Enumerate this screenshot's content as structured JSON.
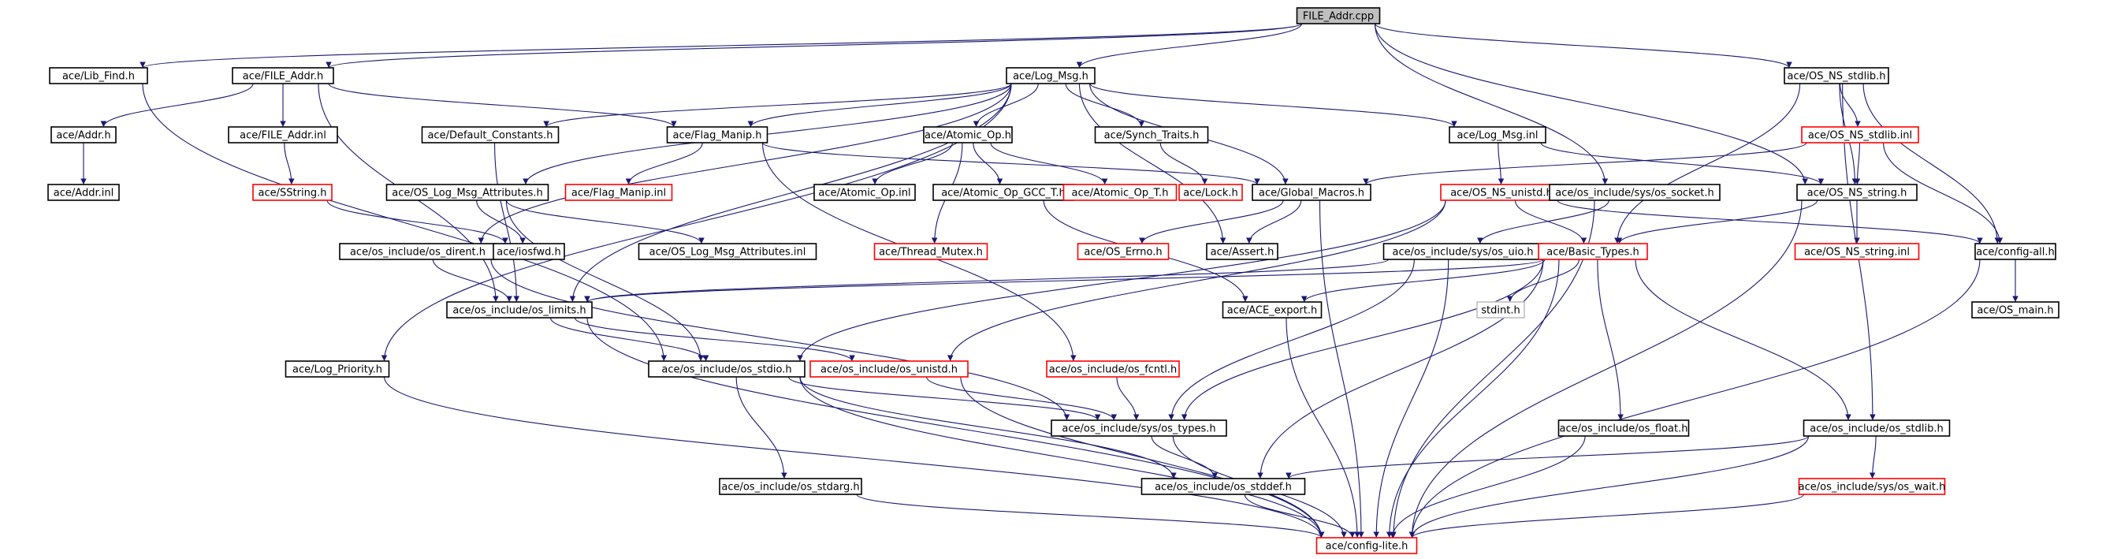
{
  "colors": {
    "edge": "#191970",
    "border_default": "#000000",
    "border_missing": "#ff0000",
    "border_system": "#bfbfbf",
    "fill_root": "#bfbfbf",
    "fill_default": "#ffffff"
  },
  "nodes": [
    {
      "id": "n0",
      "label": "FILE_Addr.cpp",
      "kind": "root"
    },
    {
      "id": "n1",
      "label": "ace/Lib_Find.h",
      "kind": "normal"
    },
    {
      "id": "n2",
      "label": "ace/FILE_Addr.h",
      "kind": "normal"
    },
    {
      "id": "n3",
      "label": "ace/Log_Msg.h",
      "kind": "normal"
    },
    {
      "id": "n4",
      "label": "ace/OS_NS_stdlib.h",
      "kind": "normal"
    },
    {
      "id": "n5",
      "label": "ace/Addr.h",
      "kind": "normal"
    },
    {
      "id": "n6",
      "label": "ace/FILE_Addr.inl",
      "kind": "normal"
    },
    {
      "id": "n7",
      "label": "ace/Default_Constants.h",
      "kind": "normal"
    },
    {
      "id": "n8",
      "label": "ace/Flag_Manip.h",
      "kind": "normal"
    },
    {
      "id": "n9",
      "label": "ace/Atomic_Op.h",
      "kind": "normal"
    },
    {
      "id": "n10",
      "label": "ace/Synch_Traits.h",
      "kind": "normal"
    },
    {
      "id": "n11",
      "label": "ace/Log_Msg.inl",
      "kind": "normal"
    },
    {
      "id": "n12",
      "label": "ace/OS_NS_stdlib.inl",
      "kind": "missing"
    },
    {
      "id": "n13",
      "label": "ace/Addr.inl",
      "kind": "normal"
    },
    {
      "id": "n14",
      "label": "ace/SString.h",
      "kind": "missing"
    },
    {
      "id": "n15",
      "label": "ace/OS_Log_Msg_Attributes.h",
      "kind": "normal"
    },
    {
      "id": "n16",
      "label": "ace/Flag_Manip.inl",
      "kind": "missing"
    },
    {
      "id": "n17",
      "label": "ace/Atomic_Op.inl",
      "kind": "normal"
    },
    {
      "id": "n18",
      "label": "ace/Atomic_Op_GCC_T.h",
      "kind": "normal"
    },
    {
      "id": "n19",
      "label": "ace/Atomic_Op_T.h",
      "kind": "missing"
    },
    {
      "id": "n20",
      "label": "ace/Lock.h",
      "kind": "missing"
    },
    {
      "id": "n21",
      "label": "ace/Global_Macros.h",
      "kind": "normal"
    },
    {
      "id": "n22",
      "label": "ace/OS_NS_unistd.h",
      "kind": "missing"
    },
    {
      "id": "n23",
      "label": "ace/os_include/sys/os_socket.h",
      "kind": "normal"
    },
    {
      "id": "n24",
      "label": "ace/OS_NS_string.h",
      "kind": "normal"
    },
    {
      "id": "n25",
      "label": "ace/os_include/os_dirent.h",
      "kind": "normal"
    },
    {
      "id": "n26",
      "label": "ace/iosfwd.h",
      "kind": "normal"
    },
    {
      "id": "n27",
      "label": "ace/OS_Log_Msg_Attributes.inl",
      "kind": "normal"
    },
    {
      "id": "n28",
      "label": "ace/Thread_Mutex.h",
      "kind": "missing"
    },
    {
      "id": "n29",
      "label": "ace/OS_Errno.h",
      "kind": "missing"
    },
    {
      "id": "n30",
      "label": "ace/Assert.h",
      "kind": "normal"
    },
    {
      "id": "n31",
      "label": "ace/os_include/sys/os_uio.h",
      "kind": "normal"
    },
    {
      "id": "n32",
      "label": "ace/Basic_Types.h",
      "kind": "missing"
    },
    {
      "id": "n33",
      "label": "ace/OS_NS_string.inl",
      "kind": "missing"
    },
    {
      "id": "n34",
      "label": "ace/config-all.h",
      "kind": "normal"
    },
    {
      "id": "n35",
      "label": "ace/os_include/os_limits.h",
      "kind": "normal"
    },
    {
      "id": "n36",
      "label": "ace/ACE_export.h",
      "kind": "normal"
    },
    {
      "id": "n37",
      "label": "stdint.h",
      "kind": "system"
    },
    {
      "id": "n38",
      "label": "ace/OS_main.h",
      "kind": "normal"
    },
    {
      "id": "n39",
      "label": "ace/Log_Priority.h",
      "kind": "normal"
    },
    {
      "id": "n40",
      "label": "ace/os_include/os_stdio.h",
      "kind": "normal"
    },
    {
      "id": "n41",
      "label": "ace/os_include/os_unistd.h",
      "kind": "missing"
    },
    {
      "id": "n42",
      "label": "ace/os_include/os_fcntl.h",
      "kind": "missing"
    },
    {
      "id": "n43",
      "label": "ace/os_include/sys/os_types.h",
      "kind": "normal"
    },
    {
      "id": "n44",
      "label": "ace/os_include/os_float.h",
      "kind": "normal"
    },
    {
      "id": "n45",
      "label": "ace/os_include/os_stdlib.h",
      "kind": "normal"
    },
    {
      "id": "n46",
      "label": "ace/os_include/os_stdarg.h",
      "kind": "normal"
    },
    {
      "id": "n47",
      "label": "ace/os_include/os_stddef.h",
      "kind": "normal"
    },
    {
      "id": "n48",
      "label": "ace/os_include/sys/os_wait.h",
      "kind": "missing"
    },
    {
      "id": "n49",
      "label": "ace/config-lite.h",
      "kind": "missing"
    }
  ],
  "edges": [
    [
      "n0",
      "n1"
    ],
    [
      "n0",
      "n2"
    ],
    [
      "n0",
      "n3"
    ],
    [
      "n0",
      "n4"
    ],
    [
      "n0",
      "n23"
    ],
    [
      "n0",
      "n24"
    ],
    [
      "n1",
      "n40"
    ],
    [
      "n2",
      "n5"
    ],
    [
      "n2",
      "n6"
    ],
    [
      "n2",
      "n8"
    ],
    [
      "n2",
      "n35"
    ],
    [
      "n5",
      "n13"
    ],
    [
      "n6",
      "n14"
    ],
    [
      "n14",
      "n26"
    ],
    [
      "n3",
      "n7"
    ],
    [
      "n3",
      "n8"
    ],
    [
      "n3",
      "n9"
    ],
    [
      "n3",
      "n10"
    ],
    [
      "n3",
      "n11"
    ],
    [
      "n3",
      "n15"
    ],
    [
      "n3",
      "n21"
    ],
    [
      "n3",
      "n30"
    ],
    [
      "n3",
      "n39"
    ],
    [
      "n3",
      "n35"
    ],
    [
      "n7",
      "n35"
    ],
    [
      "n8",
      "n16"
    ],
    [
      "n8",
      "n21"
    ],
    [
      "n8",
      "n42"
    ],
    [
      "n9",
      "n17"
    ],
    [
      "n9",
      "n18"
    ],
    [
      "n9",
      "n19"
    ],
    [
      "n9",
      "n28"
    ],
    [
      "n18",
      "n36"
    ],
    [
      "n10",
      "n20"
    ],
    [
      "n11",
      "n22"
    ],
    [
      "n11",
      "n24"
    ],
    [
      "n15",
      "n26"
    ],
    [
      "n15",
      "n27"
    ],
    [
      "n15",
      "n40"
    ],
    [
      "n21",
      "n29"
    ],
    [
      "n21",
      "n30"
    ],
    [
      "n21",
      "n49"
    ],
    [
      "n22",
      "n32"
    ],
    [
      "n22",
      "n34"
    ],
    [
      "n22",
      "n41"
    ],
    [
      "n22",
      "n40"
    ],
    [
      "n4",
      "n12"
    ],
    [
      "n4",
      "n24"
    ],
    [
      "n4",
      "n34"
    ],
    [
      "n4",
      "n45"
    ],
    [
      "n4",
      "n32"
    ],
    [
      "n12",
      "n21"
    ],
    [
      "n12",
      "n24"
    ],
    [
      "n12",
      "n34"
    ],
    [
      "n23",
      "n31"
    ],
    [
      "n23",
      "n49"
    ],
    [
      "n24",
      "n33"
    ],
    [
      "n24",
      "n32"
    ],
    [
      "n24",
      "n49"
    ],
    [
      "n25",
      "n35"
    ],
    [
      "n25",
      "n43"
    ],
    [
      "n31",
      "n35"
    ],
    [
      "n31",
      "n43"
    ],
    [
      "n31",
      "n49"
    ],
    [
      "n32",
      "n35"
    ],
    [
      "n32",
      "n36"
    ],
    [
      "n32",
      "n37"
    ],
    [
      "n32",
      "n43"
    ],
    [
      "n32",
      "n44"
    ],
    [
      "n32",
      "n45"
    ],
    [
      "n32",
      "n47"
    ],
    [
      "n32",
      "n49"
    ],
    [
      "n34",
      "n38"
    ],
    [
      "n34",
      "n49"
    ],
    [
      "n35",
      "n40"
    ],
    [
      "n35",
      "n41"
    ],
    [
      "n35",
      "n49"
    ],
    [
      "n36",
      "n49"
    ],
    [
      "n39",
      "n49"
    ],
    [
      "n40",
      "n43"
    ],
    [
      "n40",
      "n46"
    ],
    [
      "n40",
      "n47"
    ],
    [
      "n40",
      "n49"
    ],
    [
      "n41",
      "n43"
    ],
    [
      "n41",
      "n49"
    ],
    [
      "n42",
      "n43"
    ],
    [
      "n43",
      "n47"
    ],
    [
      "n43",
      "n49"
    ],
    [
      "n44",
      "n49"
    ],
    [
      "n45",
      "n47"
    ],
    [
      "n45",
      "n48"
    ],
    [
      "n45",
      "n49"
    ],
    [
      "n46",
      "n49"
    ],
    [
      "n47",
      "n49"
    ],
    [
      "n48",
      "n49"
    ],
    [
      "n3",
      "n25"
    ]
  ]
}
